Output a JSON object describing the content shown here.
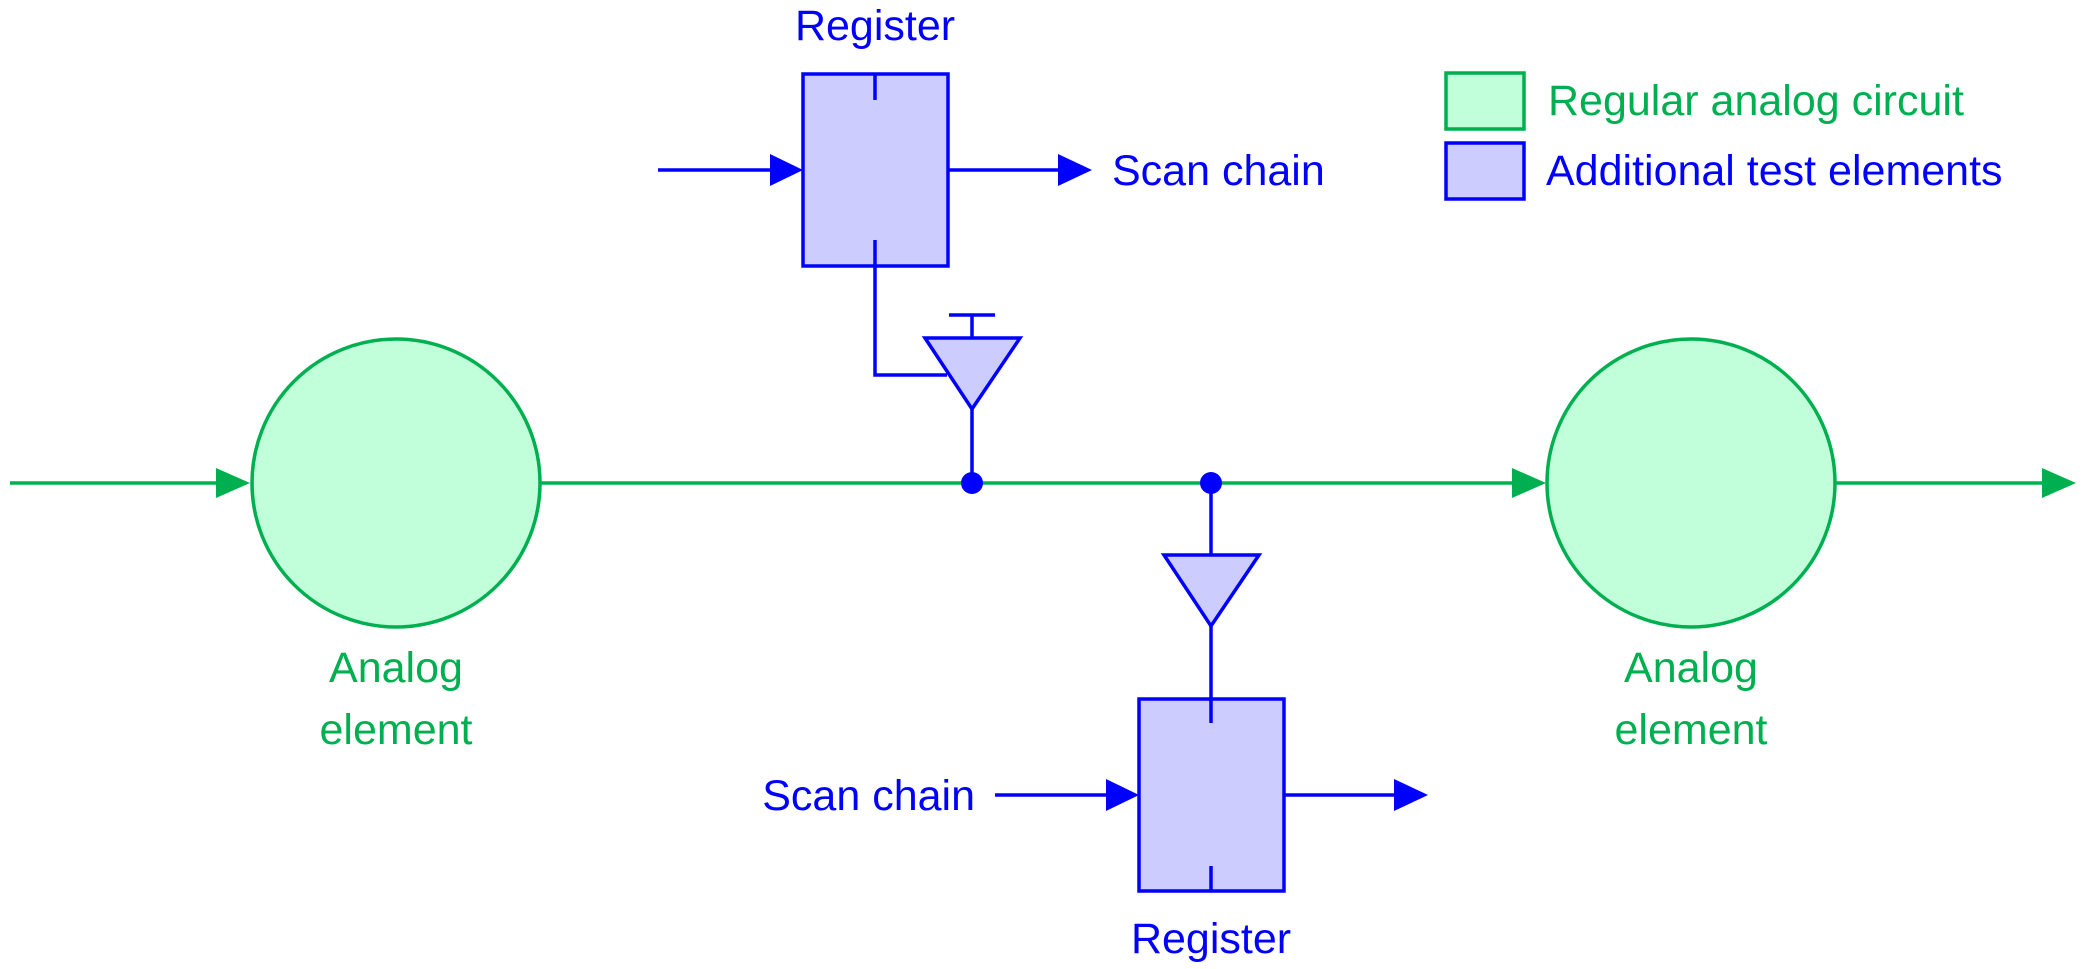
{
  "colors": {
    "analog": "#00b050",
    "analog_fill": "#c0ffd9",
    "test": "#0000ff",
    "test_fill": "#ccccff"
  },
  "legend": {
    "regular": "Regular analog circuit",
    "additional": "Additional test elements"
  },
  "labels": {
    "register_top": "Register",
    "scan_chain_top": "Scan chain",
    "register_bottom": "Register",
    "scan_chain_bottom": "Scan chain",
    "analog_left_line1": "Analog",
    "analog_left_line2": "element",
    "analog_right_line1": "Analog",
    "analog_right_line2": "element"
  }
}
